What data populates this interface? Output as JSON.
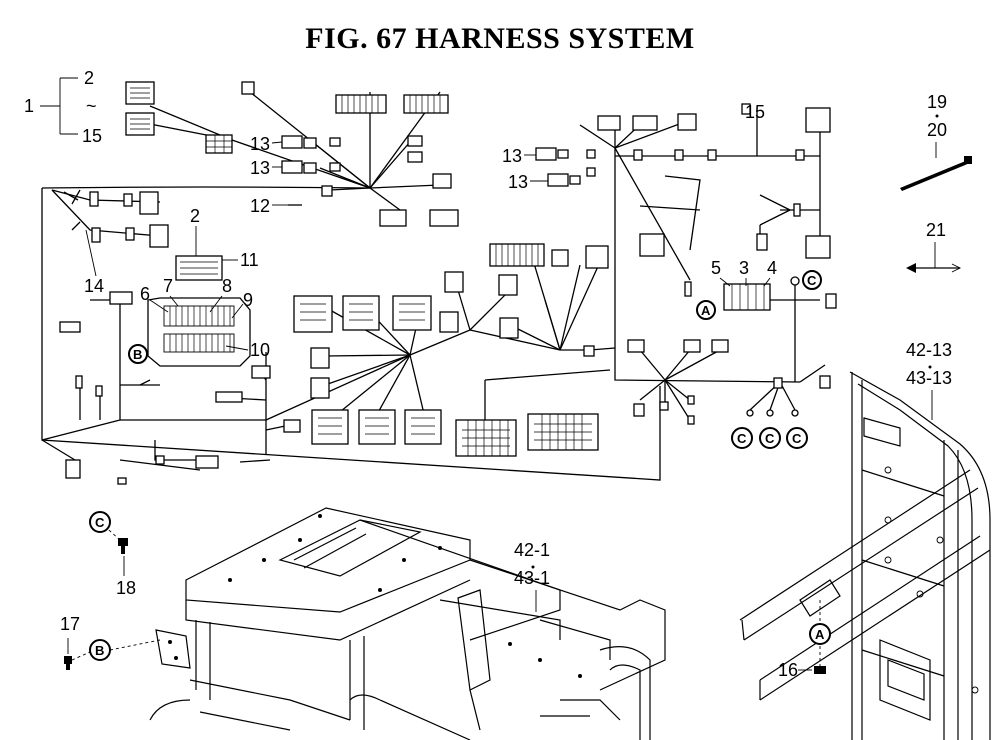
{
  "title": "FIG. 67  HARNESS SYSTEM",
  "callouts": {
    "c1": "1",
    "c2": "2",
    "c15": "15",
    "tilde": "~",
    "c13a": "13",
    "c13b": "13",
    "c12": "12",
    "c14": "14",
    "c2b": "2",
    "c11": "11",
    "c7": "7",
    "c6": "6",
    "c8": "8",
    "c9": "9",
    "c10": "10",
    "c13c": "13",
    "c13d": "13",
    "c15b": "15",
    "c5": "5",
    "c3": "3",
    "c4": "4",
    "c19": "19",
    "c20": "20",
    "c21": "21",
    "c42_13": "42-13",
    "c43_13": "43-13",
    "c42_1": "42-1",
    "c43_1": "43-1",
    "c18": "18",
    "c17": "17",
    "c16": "16"
  },
  "markers": {
    "A": "A",
    "B": "B",
    "C": "C"
  }
}
